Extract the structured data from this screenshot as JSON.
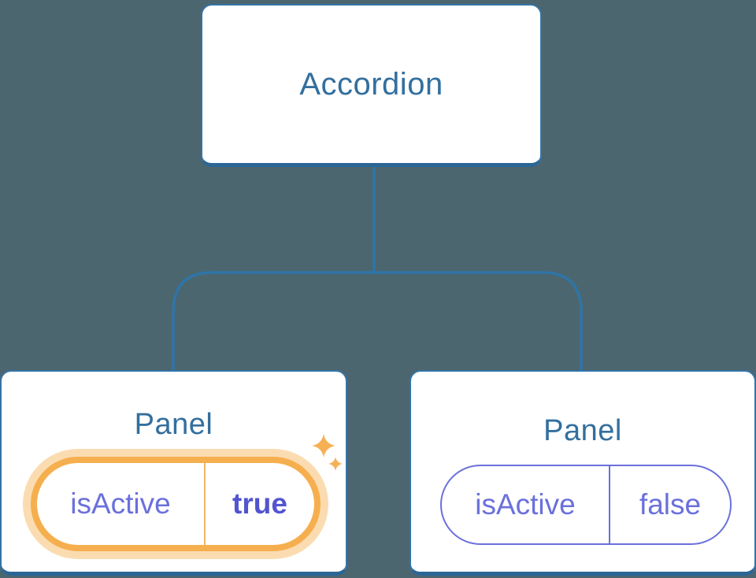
{
  "diagram": {
    "root": {
      "label": "Accordion"
    },
    "panels": [
      {
        "title": "Panel",
        "state_label": "isActive",
        "state_value": "true",
        "highlighted": true
      },
      {
        "title": "Panel",
        "state_label": "isActive",
        "state_value": "false",
        "highlighted": false
      }
    ],
    "icons": {
      "highlight": "sparkles-icon"
    },
    "colors": {
      "background": "#4C6670",
      "card_border": "#3474A6",
      "card_border_bottom": "#2A6696",
      "connector": "#2E75A7",
      "heading_text": "#336F9E",
      "state_text": "#6B70DC",
      "state_value_active_text": "#5154CF",
      "highlight_ring": "#F5AF4E",
      "highlight_halo": "rgba(246,178,82,0.45)",
      "sparkle": "#F6B054"
    }
  }
}
